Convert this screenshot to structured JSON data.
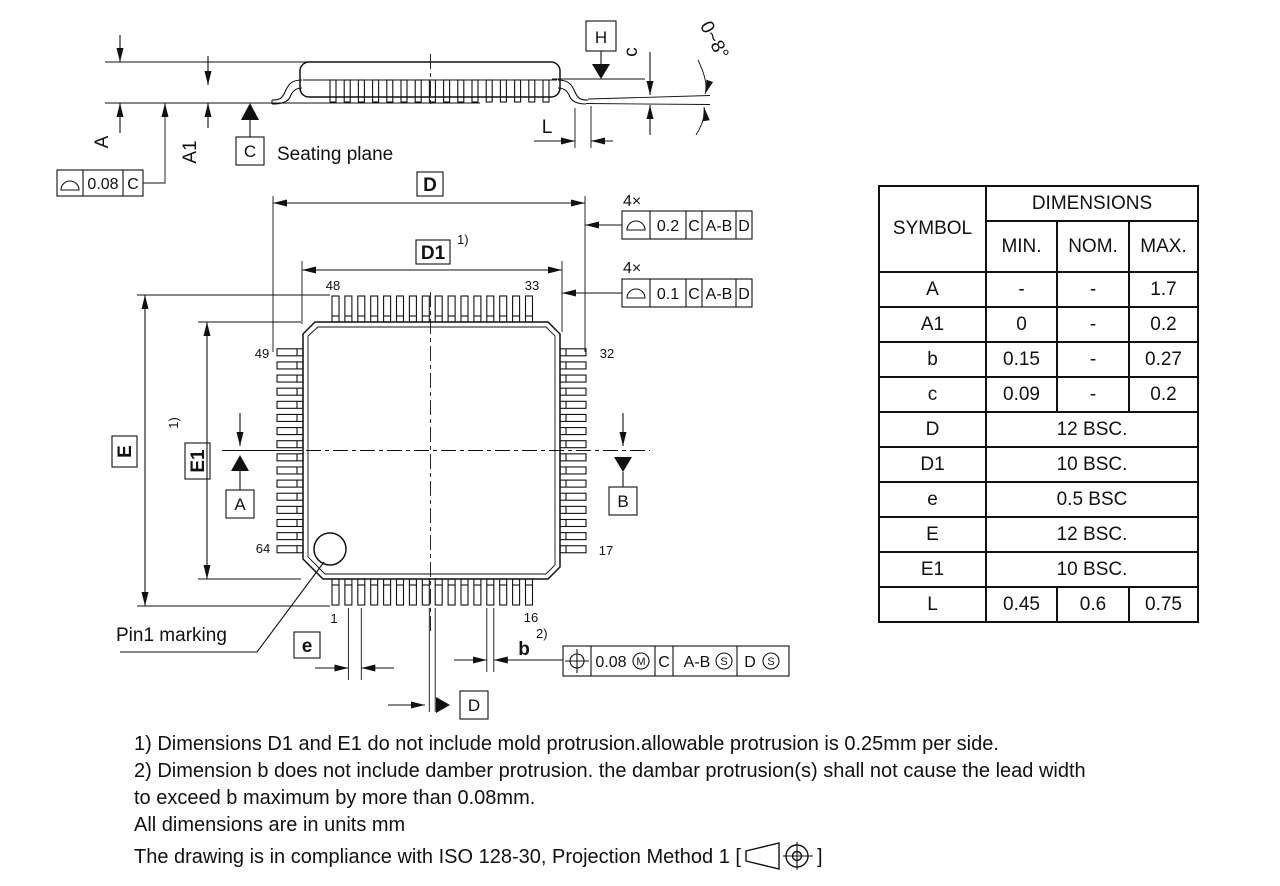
{
  "drawing": {
    "side_view": {
      "dim_a": "A",
      "dim_a1": "A1",
      "dim_c": "c",
      "dim_l": "L",
      "angle": "0~8°",
      "datum_c": "C",
      "datum_h": "H",
      "seating_plane": "Seating plane",
      "flatness_value": "0.08",
      "flatness_datum": "C"
    },
    "top_view": {
      "dim_d": "D",
      "dim_d1": "D1",
      "d1_ref": "1)",
      "dim_e": "E",
      "dim_e1": "E1",
      "e1_ref": "1)",
      "datum_a": "A",
      "datum_b": "B",
      "datum_d": "D",
      "pitch_label": "e",
      "width_label": "b",
      "b_ref": "2)",
      "pin1_label": "Pin1 marking",
      "pins": {
        "p48": "48",
        "p33": "33",
        "p49": "49",
        "p32": "32",
        "p64": "64",
        "p17": "17",
        "p1": "1",
        "p16": "16"
      },
      "frame_02": {
        "mult": "4×",
        "value": "0.2",
        "datum1": "C",
        "datum2": "A-B",
        "datum3": "D"
      },
      "frame_01": {
        "mult": "4×",
        "value": "0.1",
        "datum1": "C",
        "datum2": "A-B",
        "datum3": "D"
      },
      "frame_pos": {
        "value": "0.08",
        "mod1": "M",
        "datum1": "C",
        "datum2": "A-B",
        "mod2": "S",
        "datum3": "D",
        "mod3": "S"
      }
    }
  },
  "table": {
    "symbol_header": "SYMBOL",
    "dimensions_header": "DIMENSIONS",
    "col_headers": [
      "MIN.",
      "NOM.",
      "MAX."
    ],
    "rows": [
      {
        "symbol": "A",
        "min": "-",
        "nom": "-",
        "max": "1.7"
      },
      {
        "symbol": "A1",
        "min": "0",
        "nom": "-",
        "max": "0.2"
      },
      {
        "symbol": "b",
        "min": "0.15",
        "nom": "-",
        "max": "0.27"
      },
      {
        "symbol": "c",
        "min": "0.09",
        "nom": "-",
        "max": "0.2"
      },
      {
        "symbol": "D",
        "value": "12 BSC."
      },
      {
        "symbol": "D1",
        "value": "10 BSC."
      },
      {
        "symbol": "e",
        "value": "0.5 BSC"
      },
      {
        "symbol": "E",
        "value": "12 BSC."
      },
      {
        "symbol": "E1",
        "value": "10 BSC."
      },
      {
        "symbol": "L",
        "min": "0.45",
        "nom": "0.6",
        "max": "0.75"
      }
    ]
  },
  "notes": {
    "line1": "1) Dimensions D1 and E1 do not include mold protrusion.allowable protrusion is 0.25mm per side.",
    "line2": "2) Dimension b does not include damber protrusion. the dambar protrusion(s) shall not cause the lead width",
    "line3": "to exceed b maximum by more than 0.08mm.",
    "line4": "All dimensions are in units mm",
    "line5_prefix": "The drawing is in compliance with ISO 128-30, Projection Method 1 [",
    "line5_suffix": "]"
  }
}
